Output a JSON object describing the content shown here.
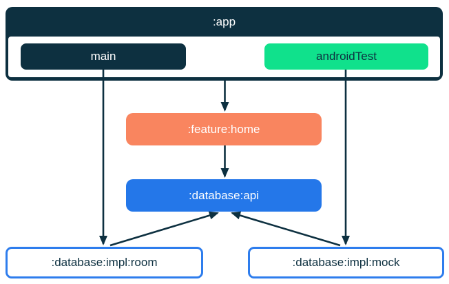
{
  "app_module": {
    "label": ":app",
    "source_sets": [
      {
        "id": "main",
        "label": "main"
      },
      {
        "id": "androidTest",
        "label": "androidTest"
      }
    ]
  },
  "modules": [
    {
      "id": "feature-home",
      "label": ":feature:home"
    },
    {
      "id": "database-api",
      "label": ":database:api"
    },
    {
      "id": "database-impl-room",
      "label": ":database:impl:room"
    },
    {
      "id": "database-impl-mock",
      "label": ":database:impl:mock"
    }
  ],
  "edges": [
    {
      "from": ":app",
      "to": ":feature:home"
    },
    {
      "from": "main",
      "to": ":database:impl:room"
    },
    {
      "from": "androidTest",
      "to": ":database:impl:mock"
    },
    {
      "from": ":feature:home",
      "to": ":database:api"
    },
    {
      "from": ":database:impl:room",
      "to": ":database:api"
    },
    {
      "from": ":database:impl:mock",
      "to": ":database:api"
    }
  ],
  "colors": {
    "navy": "#0d3040",
    "green": "#10e18c",
    "salmon": "#f9855f",
    "blue": "#2477e9",
    "blue-border": "#2e7ded",
    "text-light": "#ffffff"
  }
}
